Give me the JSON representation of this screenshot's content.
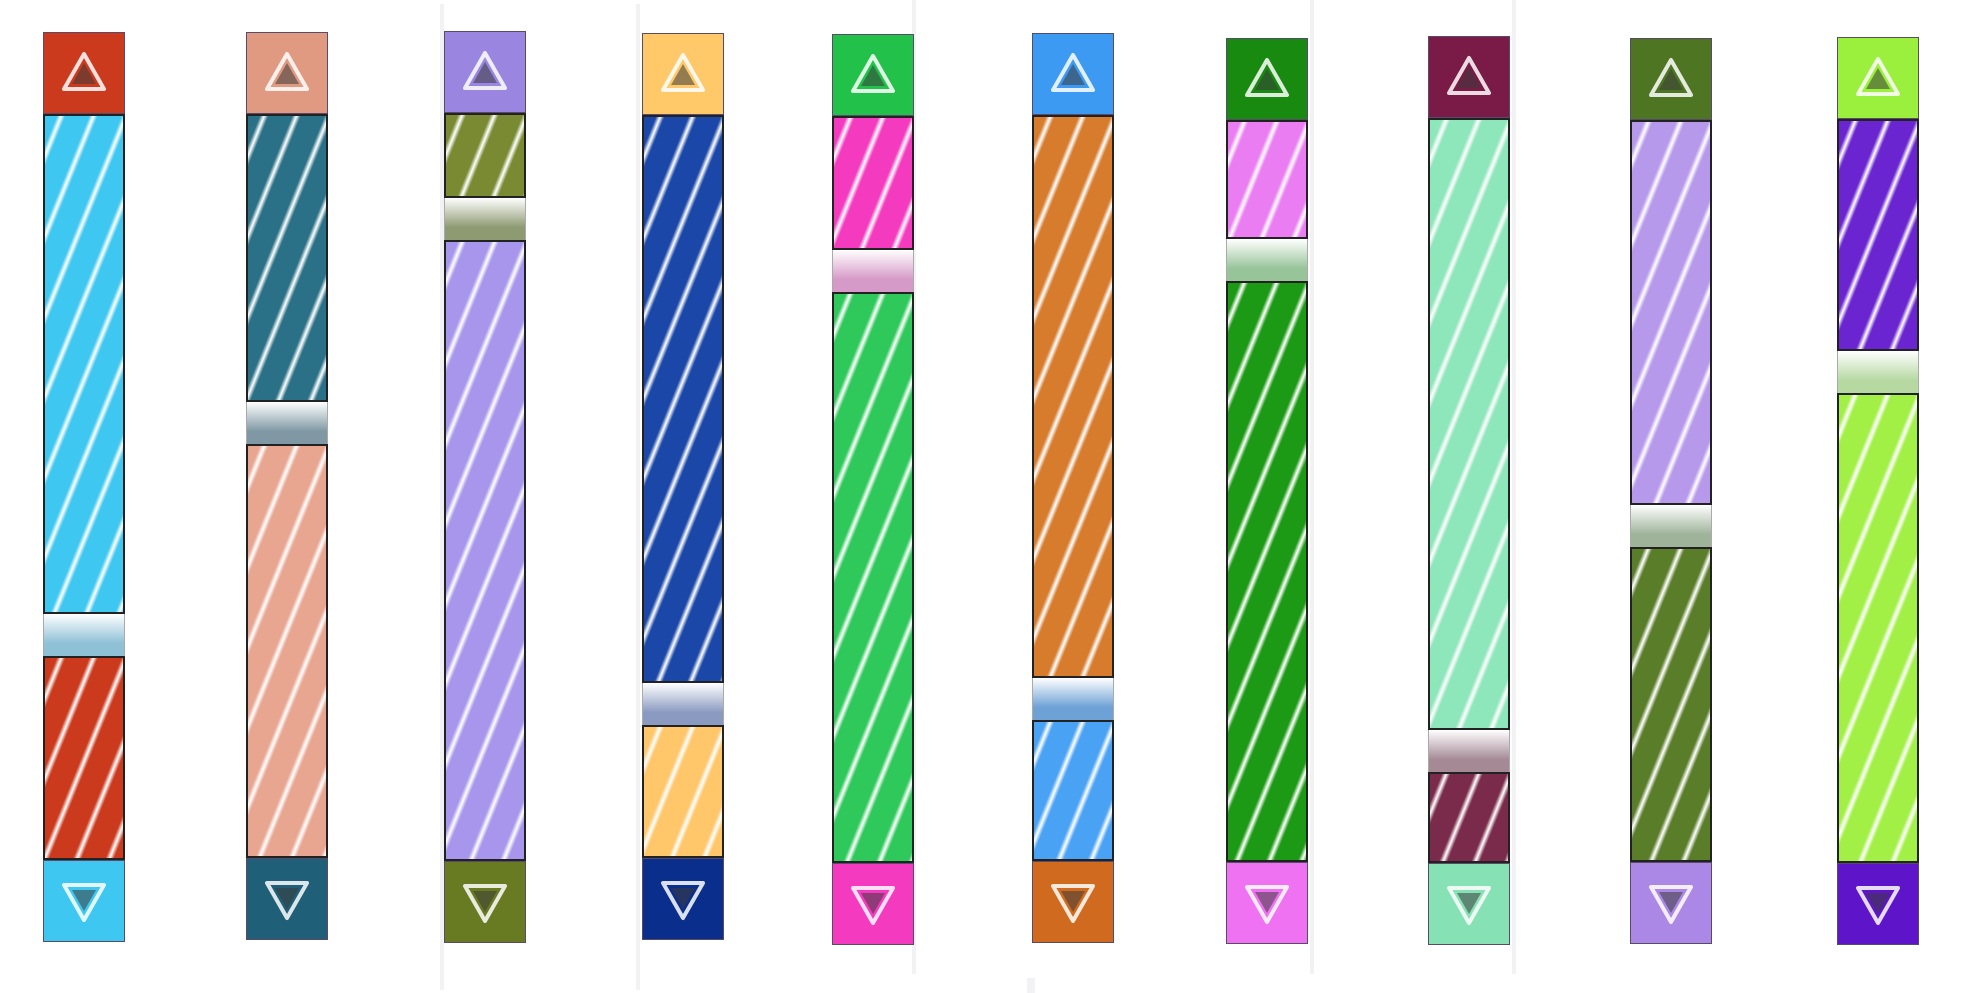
{
  "scrollbars": [
    {
      "id": 1,
      "up_color": "#cc3a1e",
      "down_color": "#3ec7f0",
      "upper_color": "#3ec7f0",
      "lower_color": "#cc3a1e",
      "thumb_color": "#8ec0d6",
      "scroll_fraction": 0.71
    },
    {
      "id": 2,
      "up_color": "#e09a82",
      "down_color": "#1f5f77",
      "upper_color": "#2a7086",
      "lower_color": "#e8a590",
      "thumb_color": "#7f98a3",
      "scroll_fraction": 0.41
    },
    {
      "id": 3,
      "up_color": "#9a86e0",
      "down_color": "#687a22",
      "upper_color": "#7a8a32",
      "lower_color": "#a895ec",
      "thumb_color": "#8e9a72",
      "scroll_fraction": 0.12
    },
    {
      "id": 4,
      "up_color": "#ffc96a",
      "down_color": "#0a2e8c",
      "upper_color": "#1a47a8",
      "lower_color": "#ffc66a",
      "thumb_color": "#8a9ac0",
      "scroll_fraction": 0.81
    },
    {
      "id": 5,
      "up_color": "#22c24a",
      "down_color": "#f43bbf",
      "upper_color": "#f43bbf",
      "lower_color": "#2ec95a",
      "thumb_color": "#d69ac8",
      "scroll_fraction": 0.19
    },
    {
      "id": 6,
      "up_color": "#3d9af2",
      "down_color": "#d06a1e",
      "upper_color": "#d77b2c",
      "lower_color": "#4aa2f5",
      "thumb_color": "#6ea1d6",
      "scroll_fraction": 0.8
    },
    {
      "id": 7,
      "up_color": "#188a10",
      "down_color": "#ef72f2",
      "upper_color": "#ea7df2",
      "lower_color": "#1c9a15",
      "thumb_color": "#98c49a",
      "scroll_fraction": 0.17
    },
    {
      "id": 8,
      "up_color": "#7a1a46",
      "down_color": "#86e2b4",
      "upper_color": "#8ee6bb",
      "lower_color": "#7a2a4a",
      "thumb_color": "#a58a96",
      "scroll_fraction": 0.87
    },
    {
      "id": 9,
      "up_color": "#4e7522",
      "down_color": "#ac88e6",
      "upper_color": "#b799ec",
      "lower_color": "#5a7d2a",
      "thumb_color": "#9eb39a",
      "scroll_fraction": 0.55
    },
    {
      "id": 10,
      "up_color": "#9af03c",
      "down_color": "#5e14c8",
      "upper_color": "#6a25d0",
      "lower_color": "#a2f046",
      "thumb_color": "#b6d9a2",
      "scroll_fraction": 0.33
    }
  ],
  "icons": {
    "up": "triangle-up-icon",
    "down": "triangle-down-icon"
  }
}
